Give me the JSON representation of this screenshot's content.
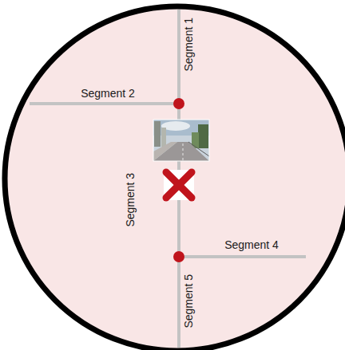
{
  "diagram": {
    "labels": [
      "Segment 1",
      "Segment 2",
      "Segment 3",
      "Segment 4",
      "Segment 5"
    ]
  }
}
